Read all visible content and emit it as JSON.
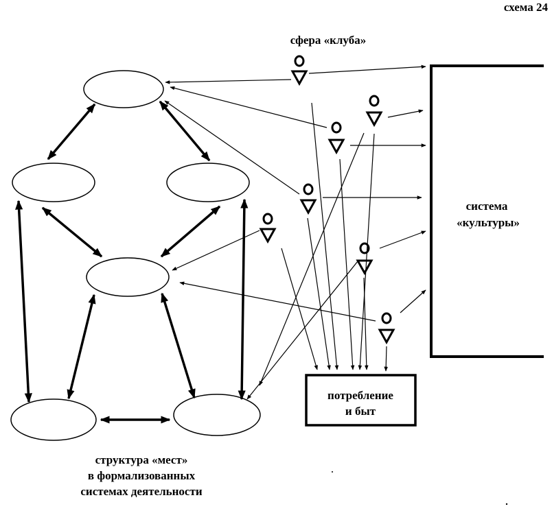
{
  "scheme_label": "схема 24",
  "club_sphere_label": "сфера «клуба»",
  "culture_system": {
    "line1": "система",
    "line2": "«культуры»"
  },
  "consumption": {
    "line1": "потребление",
    "line2": "и быт"
  },
  "places_caption": {
    "line1": "структура «мест»",
    "line2": "в формализованных",
    "line3": "системах деятельности"
  },
  "colors": {
    "ink": "#000000",
    "paper": "#ffffff"
  }
}
